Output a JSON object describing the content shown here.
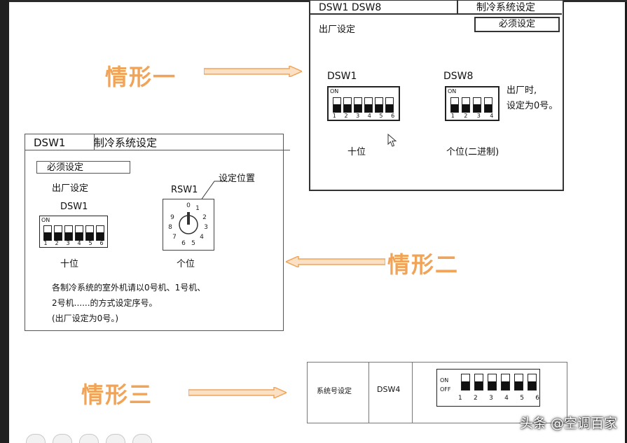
{
  "cases": {
    "one": "情形一",
    "two": "情形二",
    "three": "情形三"
  },
  "panel1": {
    "header_left": "DSW1   DSW8",
    "header_right": "制冷系统设定",
    "factory": "出厂设定",
    "required": "必须设定",
    "dsw1": "DSW1",
    "dsw8": "DSW8",
    "note_line1": "出厂时,",
    "note_line2": "设定为0号。",
    "tens": "十位",
    "ones": "个位(二进制)",
    "dsw1_on": "ON",
    "dsw1_nums": [
      "1",
      "2",
      "3",
      "4",
      "5",
      "6"
    ],
    "dsw8_on": "ON",
    "dsw8_nums": [
      "1",
      "2",
      "3",
      "4"
    ]
  },
  "panel2": {
    "header_left": "DSW1",
    "header_right": "制冷系统设定",
    "required": "必须设定",
    "factory": "出厂设定",
    "dsw1": "DSW1",
    "rsw1": "RSW1",
    "set_pos": "设定位置",
    "tens": "十位",
    "ones": "个位",
    "dip_on": "ON",
    "dip_nums": [
      "1",
      "2",
      "3",
      "4",
      "5",
      "6"
    ],
    "rotary_digits": [
      "0",
      "1",
      "2",
      "3",
      "4",
      "5",
      "6",
      "7",
      "8",
      "9"
    ],
    "desc1": "各制冷系统的室外机请以0号机、1号机、",
    "desc2": "2号机......的方式设定序号。",
    "desc3": "(出厂设定为0号。)"
  },
  "panel3": {
    "col1": "系统号设定",
    "col2": "DSW4",
    "on": "ON",
    "off": "OFF",
    "nums": [
      "1",
      "2",
      "3",
      "4",
      "5",
      "6"
    ]
  },
  "watermark": "头条 @空调百家",
  "colors": {
    "accent_orange": "#f0a45a",
    "arrow_fill": "#fbe0c4"
  }
}
